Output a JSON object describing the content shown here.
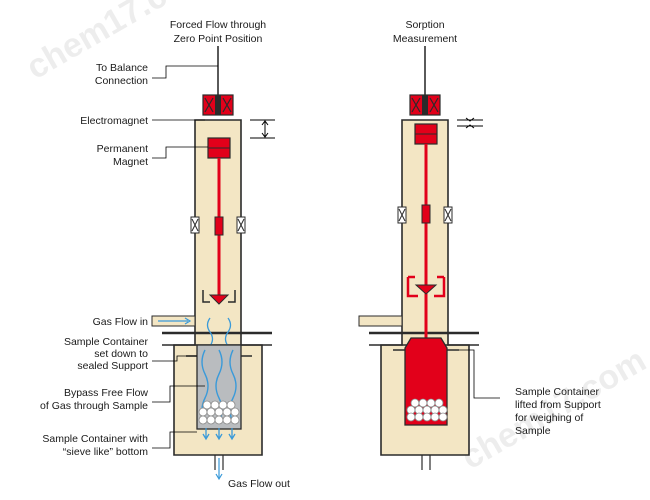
{
  "colors": {
    "body_fill": "#f3e6c4",
    "outline": "#2b2b2b",
    "accent_red": "#e2001a",
    "gas_flow_blue": "#3a9ad9",
    "leader_line": "#000000"
  },
  "left_apparatus": {
    "title_line1": "Forced Flow through",
    "title_line2": "Zero Point Position",
    "labels": {
      "balance_connection_line1": "To Balance",
      "balance_connection_line2": "Connection",
      "electromagnet": "Electromagnet",
      "permanent_magnet_line1": "Permanent",
      "permanent_magnet_line2": "Magnet",
      "gas_flow_in": "Gas Flow in",
      "container_set_down_line1": "Sample Container",
      "container_set_down_line2": "set down to",
      "container_set_down_line3": "sealed Support",
      "bypass_flow_line1": "Bypass Free Flow",
      "bypass_flow_line2": "of Gas through Sample",
      "sieve_bottom_line1": "Sample Container with",
      "sieve_bottom_line2": "“sieve like” bottom",
      "gas_flow_out": "Gas Flow out"
    }
  },
  "right_apparatus": {
    "title_line1": "Sorption",
    "title_line2": "Measurement",
    "labels": {
      "container_lifted_line1": "Sample Container",
      "container_lifted_line2": "lifted from Support",
      "container_lifted_line3": "for weighing of",
      "container_lifted_line4": "Sample"
    }
  },
  "watermark": {
    "text": "chem17.com"
  }
}
